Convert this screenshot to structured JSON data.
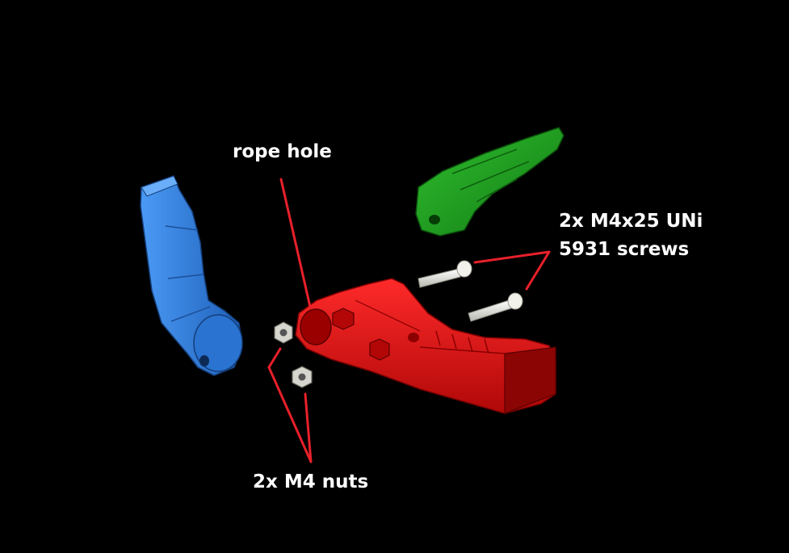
{
  "labels": {
    "rope_hole": "rope hole",
    "screws_line1": "2x M4x25 UNi",
    "screws_line2": "5931 screws",
    "nuts": "2x M4 nuts"
  },
  "colors": {
    "background": "#000000",
    "leader": "#e8202a",
    "label_text": "#ffffff",
    "red_part": "#e01010",
    "blue_part": "#2f7fe0",
    "green_part": "#1f9e1f",
    "hardware": "#e8e8e0"
  }
}
